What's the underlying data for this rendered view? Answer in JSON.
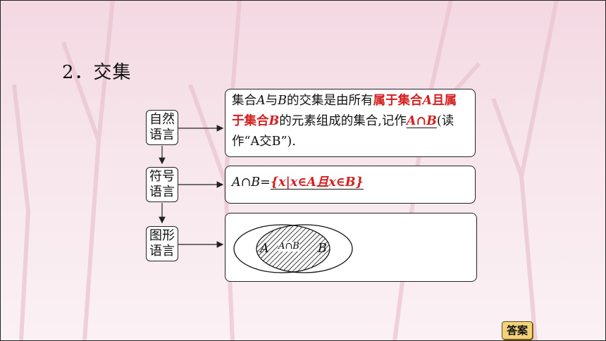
{
  "heading": "2．交集",
  "rows": [
    {
      "label_line1": "自然",
      "label_line2": "语言"
    },
    {
      "label_line1": "符号",
      "label_line2": "语言"
    },
    {
      "label_line1": "图形",
      "label_line2": "语言"
    }
  ],
  "natural": {
    "line1_a": "集合",
    "line1_A": "A",
    "line1_b": "与",
    "line1_B": "B",
    "line1_c": "的交集是由所有",
    "line1_red": "属于集合",
    "line1_redA": "A",
    "line1_red2": "且属",
    "line2_red": "于集合",
    "line2_redB": "B",
    "line2_c": "的元素组成的集合,记作",
    "line2_ans": "A∩B",
    "line2_d": "(读",
    "line3": "作“A交B”)."
  },
  "symbol": {
    "prefix": "A∩B=",
    "answer": "{x|x∈A且x∈B}"
  },
  "venn": {
    "label_A": "A",
    "label_B": "B",
    "intersection": "A∩B"
  },
  "answer_button": "答案",
  "colors": {
    "highlight": "#d42020",
    "button": "#f2d27a"
  }
}
